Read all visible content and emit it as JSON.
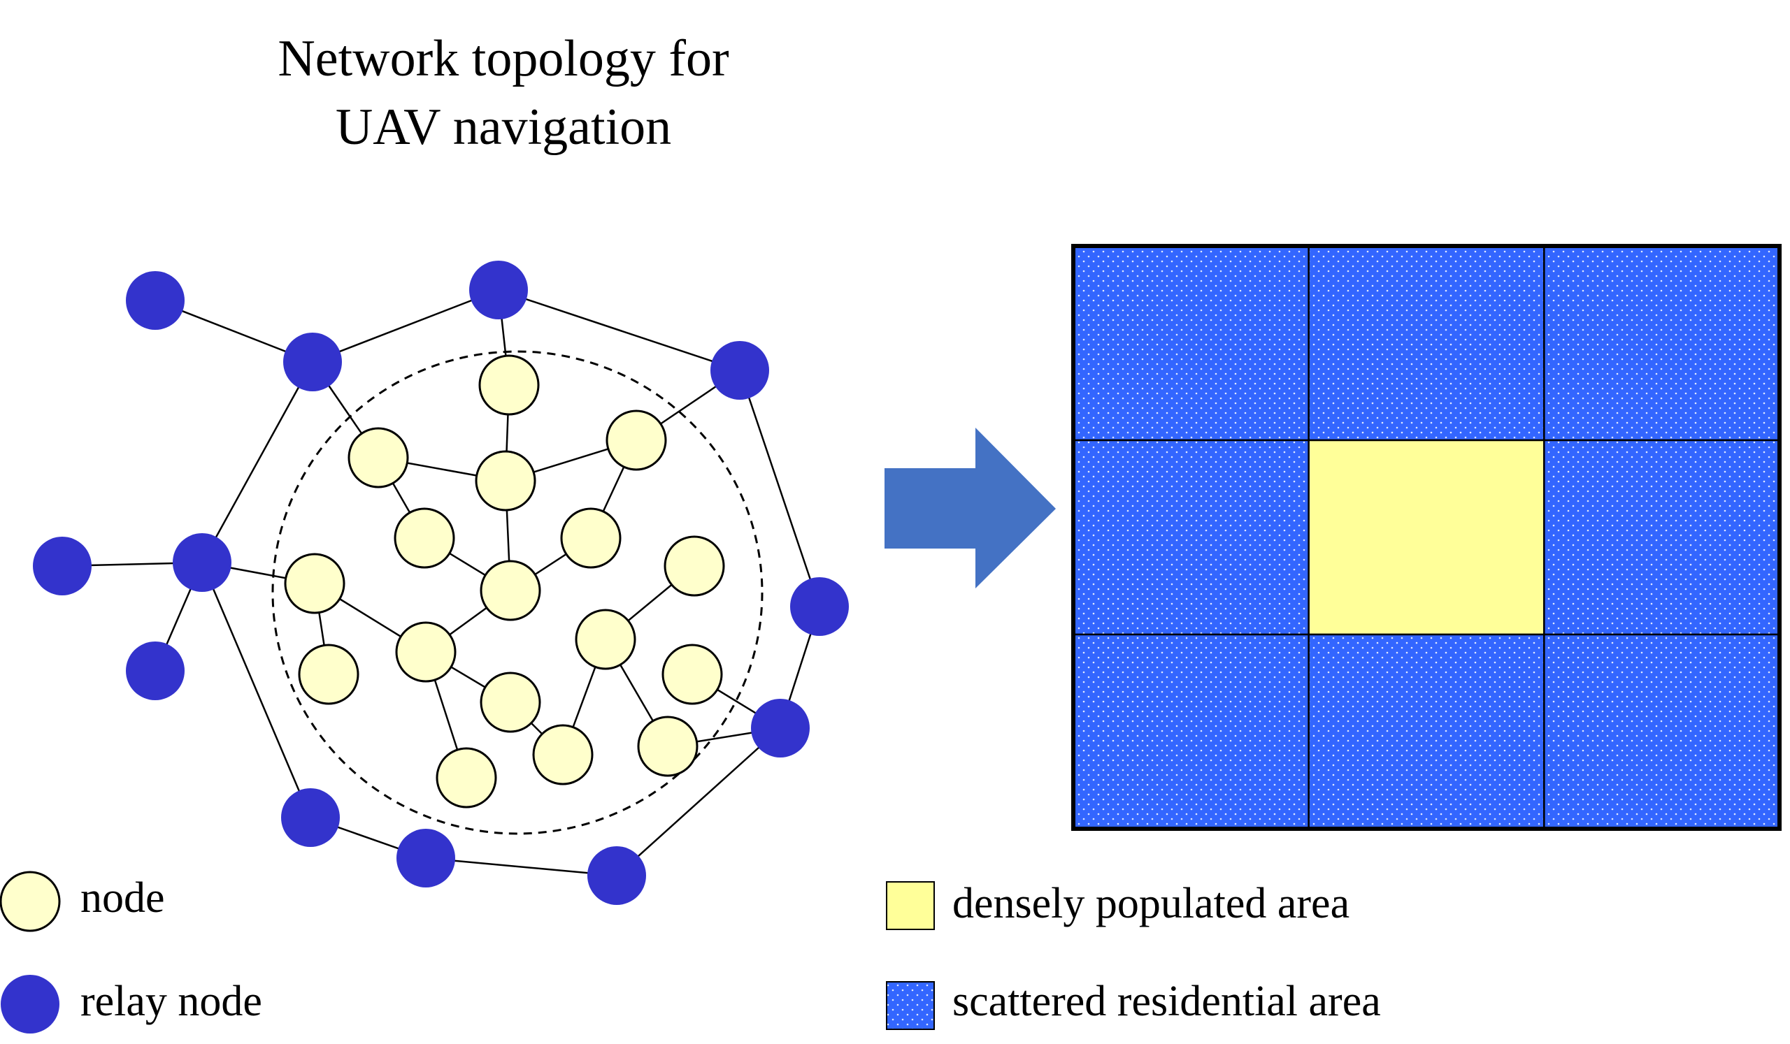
{
  "title": {
    "line1": "Network topology for",
    "line2": "UAV navigation"
  },
  "colors": {
    "node_fill": "#FFFFCC",
    "relay_fill": "#3333CC",
    "dense_fill": "#FFFF99",
    "scattered_fill": "#3366FF",
    "arrow_fill": "#4472C4",
    "stroke": "#000000"
  },
  "legend": {
    "node": "node",
    "relay_node": "relay node",
    "dense": "densely populated area",
    "scattered": "scattered residential area"
  },
  "grid": {
    "rows": 3,
    "cols": 3,
    "cells": [
      "scattered",
      "scattered",
      "scattered",
      "scattered",
      "dense",
      "scattered",
      "scattered",
      "scattered",
      "scattered"
    ]
  }
}
